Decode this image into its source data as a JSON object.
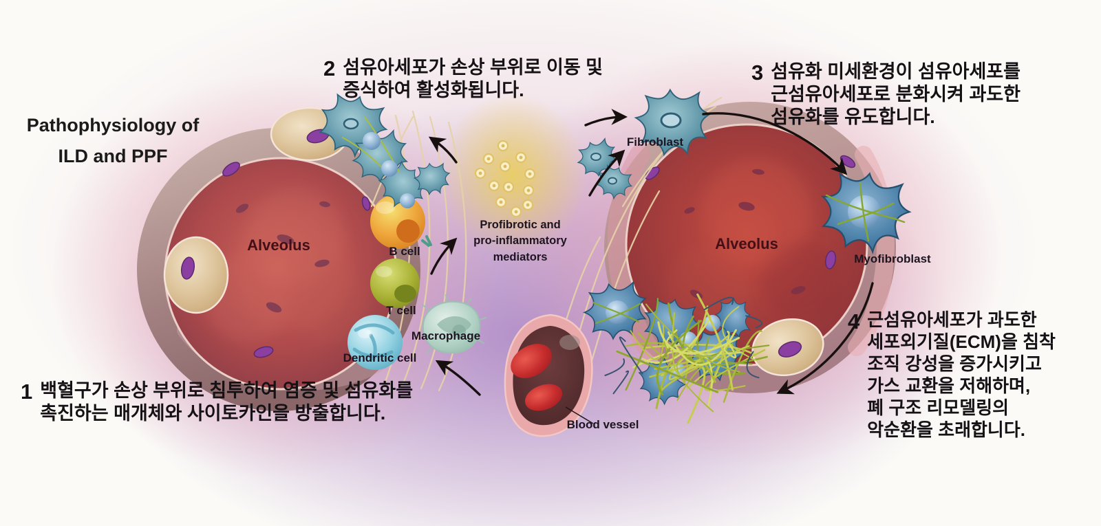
{
  "title": "Pathophysiology of\nILD and PPF",
  "steps": [
    {
      "num": "1",
      "text": "백혈구가 손상 부위로 침투하여 염증 및 섬유화를\n촉진하는 매개체와 사이토카인을 방출합니다."
    },
    {
      "num": "2",
      "text": "섬유아세포가 손상 부위로 이동 및\n증식하여 활성화됩니다."
    },
    {
      "num": "3",
      "text": "섬유화 미세환경이 섬유아세포를\n근섬유아세포로 분화시켜 과도한\n섬유화를 유도합니다."
    },
    {
      "num": "4",
      "text": "근섬유아세포가 과도한\n세포외기질(ECM)을 침착\n조직 강성을 증가시키고\n가스 교환을 저해하며,\n폐 구조 리모델링의\n악순환을 초래합니다."
    }
  ],
  "labels": {
    "alveolus_left": "Alveolus",
    "alveolus_right": "Alveolus",
    "b_cell": "B cell",
    "t_cell": "T cell",
    "macrophage": "Macrophage",
    "dendritic_cell": "Dendritic cell",
    "blood_vessel": "Blood vessel",
    "fibroblast": "Fibroblast",
    "myofibroblast": "Myofibroblast",
    "mediators": "Profibrotic and\npro-inflammatory\nmediators"
  },
  "colors": {
    "background": "#fbfaf7",
    "halo_pink": "#e29eb2",
    "halo_purple": "#ac88c6",
    "mediator_glow": "#eace5c",
    "alveolus_cavity": "#a8474b",
    "alveolus_wall": "#b0928c",
    "nucleus_purple": "#8b3fa0",
    "fibroblast_teal": "#5f96a8",
    "myofibroblast_blue": "#4d82aa",
    "ecm_fiber": "#b9c340",
    "b_cell_orange": "#efa73c",
    "t_cell_green": "#a9b235",
    "dendritic_blue": "#93d2e2",
    "macrophage_teal": "#aecfc2",
    "rbc_red": "#c42b2c",
    "arrow_black": "#17100f",
    "text_dark": "#151114"
  }
}
